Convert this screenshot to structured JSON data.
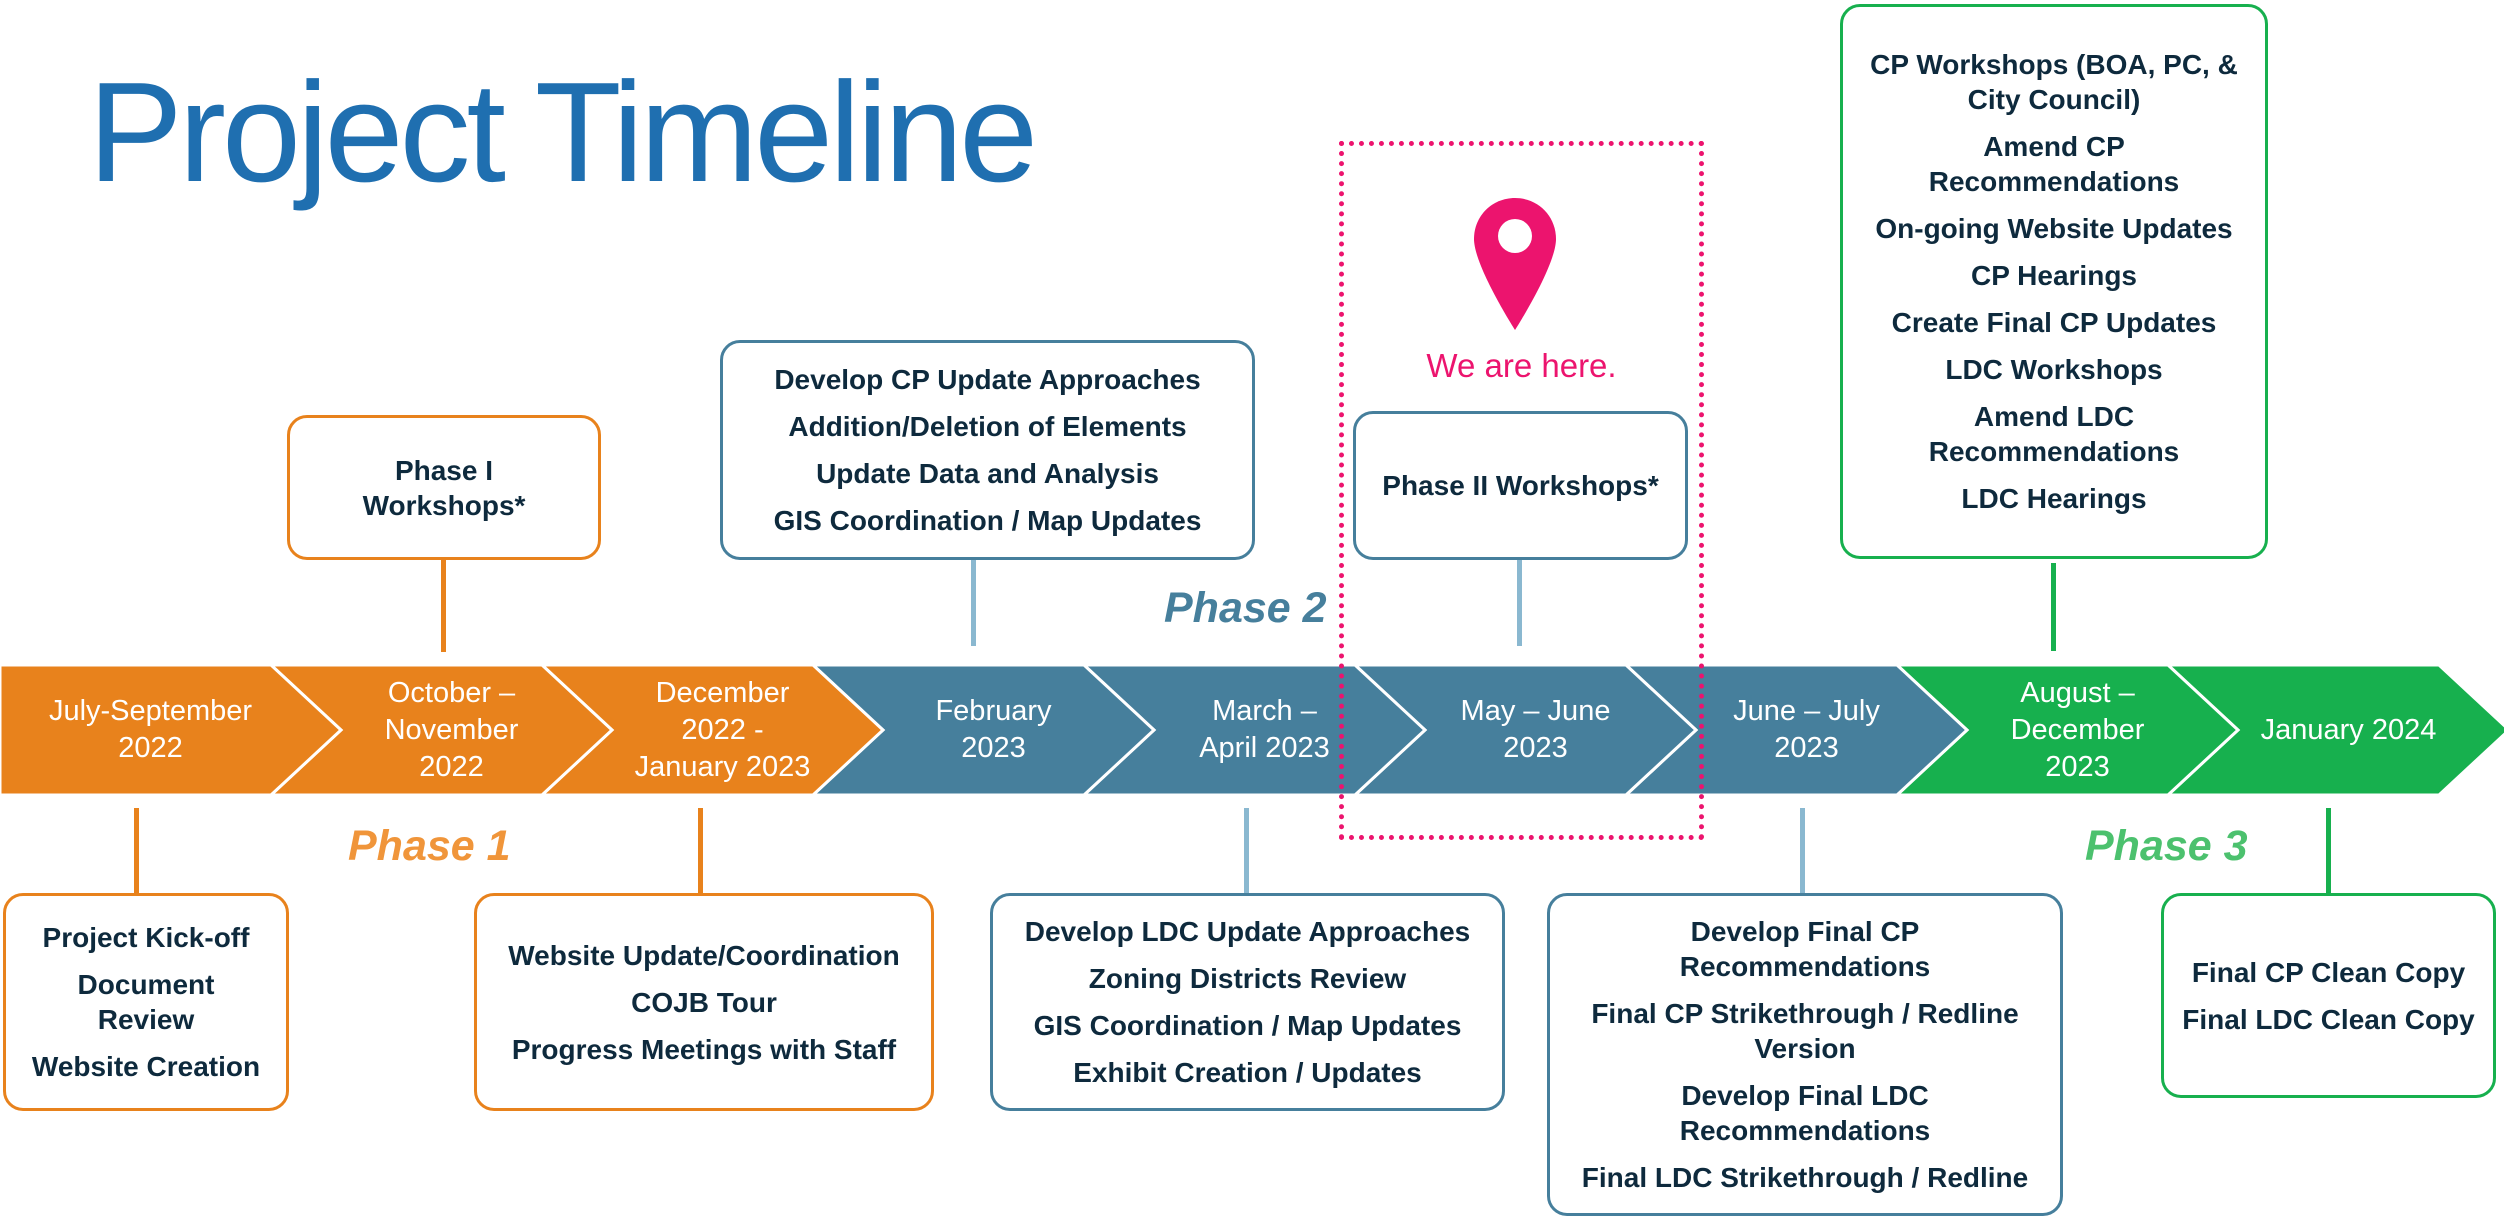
{
  "title": "Project Timeline",
  "timeline": {
    "segments": [
      {
        "label": "July-September\n2022",
        "color": "#e8821c"
      },
      {
        "label": "October –\nNovember\n2022",
        "color": "#e8821c"
      },
      {
        "label": "December\n2022 -\nJanuary 2023",
        "color": "#e8821c"
      },
      {
        "label": "February\n2023",
        "color": "#467f9c"
      },
      {
        "label": "March –\nApril 2023",
        "color": "#467f9c"
      },
      {
        "label": "May – June\n2023",
        "color": "#467f9c"
      },
      {
        "label": "June – July\n2023",
        "color": "#467f9c"
      },
      {
        "label": "August –\nDecember\n2023",
        "color": "#17b04e"
      },
      {
        "label": "January 2024",
        "color": "#17b04e"
      }
    ]
  },
  "phases": {
    "phase1": {
      "label": "Phase 1",
      "color": "#f0953a"
    },
    "phase2": {
      "label": "Phase 2",
      "color": "#467f9c"
    },
    "phase3": {
      "label": "Phase 3",
      "color": "#4cc16e"
    }
  },
  "marker": {
    "label": "We are here.",
    "color": "#ec146e"
  },
  "boxes": {
    "phase1_workshops": [
      "Phase I\nWorkshops*"
    ],
    "dev_cp": [
      "Develop CP Update Approaches",
      "Addition/Deletion of Elements",
      "Update Data and Analysis",
      "GIS Coordination / Map Updates"
    ],
    "phase2_workshops": [
      "Phase II Workshops*"
    ],
    "cp_workshops": [
      "CP Workshops (BOA, PC, &\nCity Council)",
      "Amend CP\nRecommendations",
      "On-going Website Updates",
      "CP Hearings",
      "Create Final CP Updates",
      "LDC Workshops",
      "Amend LDC\nRecommendations",
      "LDC Hearings"
    ],
    "kickoff": [
      "Project Kick-off",
      "Document\nReview",
      "Website Creation"
    ],
    "website": [
      "Website Update/Coordination",
      "COJB Tour",
      "Progress Meetings with Staff"
    ],
    "dev_ldc": [
      "Develop LDC Update Approaches",
      "Zoning Districts Review",
      "GIS Coordination / Map Updates",
      "Exhibit Creation / Updates"
    ],
    "final": [
      "Develop Final CP\nRecommendations",
      "Final CP Strikethrough / Redline\nVersion",
      "Develop Final LDC\nRecommendations",
      "Final LDC Strikethrough / Redline"
    ],
    "clean": [
      "Final CP Clean Copy",
      "Final LDC Clean Copy"
    ]
  }
}
